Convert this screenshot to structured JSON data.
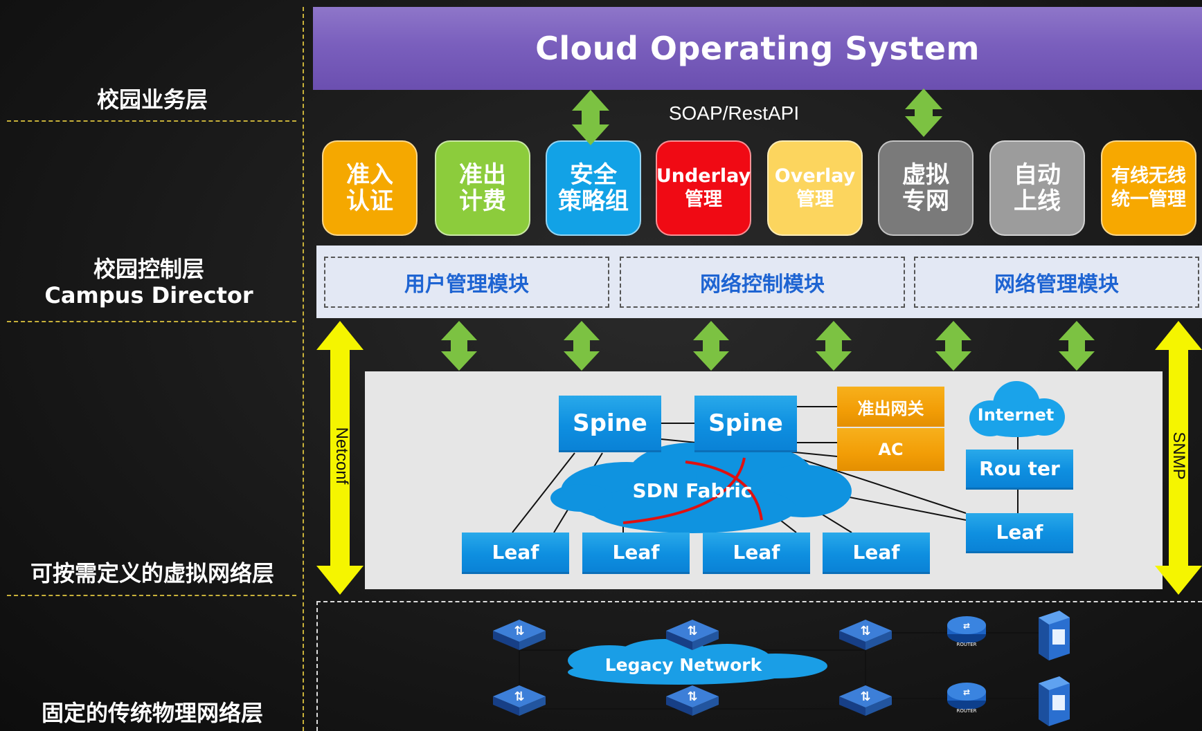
{
  "layers": {
    "business": "校园业务层",
    "control_line1": "校园控制层",
    "control_line2": "Campus Director",
    "virtual": "可按需定义的虚拟网络层",
    "physical": "固定的传统物理网络层"
  },
  "cloud_os": {
    "title": "Cloud Operating System"
  },
  "api": {
    "label": "SOAP/RestAPI"
  },
  "tiles": [
    {
      "label": "准入\n认证",
      "color": "#f5a800",
      "text_color": "#ffffff"
    },
    {
      "label": "准出\n计费",
      "color": "#8ccc3c",
      "text_color": "#ffffff"
    },
    {
      "label": "安全\n策略组",
      "color": "#12a2e6",
      "text_color": "#ffffff"
    },
    {
      "label": "Underlay\n管理",
      "color": "#f00a14",
      "text_color": "#ffffff"
    },
    {
      "label": "Overlay\n管理",
      "color": "#fcd55e",
      "text_color": "#ffffff"
    },
    {
      "label": "虚拟\n专网",
      "color": "#7a7a7a",
      "text_color": "#ffffff"
    },
    {
      "label": "自动\n上线",
      "color": "#9c9c9c",
      "text_color": "#ffffff"
    },
    {
      "label": "有线无线\n统一管理",
      "color": "#f7a800",
      "text_color": "#ffffff"
    }
  ],
  "control_modules": [
    "用户管理模块",
    "网络控制模块",
    "网络管理模块"
  ],
  "protocols": {
    "left": "Netconf",
    "right": "SNMP"
  },
  "fabric": {
    "spines": [
      "Spine",
      "Spine"
    ],
    "cloud_label": "SDN Fabric",
    "leaves": [
      "Leaf",
      "Leaf",
      "Leaf",
      "Leaf"
    ],
    "gateway": "准出网关",
    "ac": "AC",
    "internet": "Internet",
    "router": "Rou ter",
    "right_leaf": "Leaf"
  },
  "legacy": {
    "cloud_label": "Legacy Network",
    "router_caption": "ROUTER"
  },
  "colors": {
    "arrow_green": "#7cc242",
    "arrow_yellow": "#f5f500",
    "node_blue": "#1296e2",
    "accent_red": "#e01010"
  }
}
